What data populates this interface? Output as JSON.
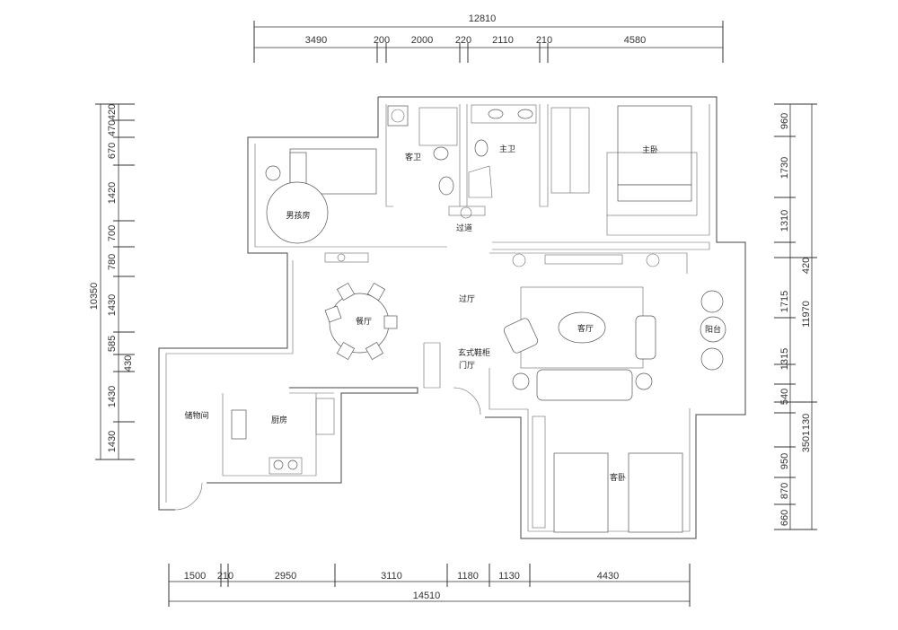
{
  "top_dimensions": {
    "total": "12810",
    "segments": [
      "3490",
      "200",
      "2000",
      "220",
      "2110",
      "210",
      "4580"
    ]
  },
  "bottom_dimensions": {
    "total": "14510",
    "segments": [
      "1500",
      "210",
      "2950",
      "3110",
      "1180",
      "1130",
      "4430"
    ]
  },
  "left_dimensions": {
    "total": "10350",
    "segments": [
      "420",
      "470",
      "670",
      "1420",
      "700",
      "780",
      "1430",
      "585",
      "430",
      "1430",
      "1430"
    ]
  },
  "right_dimensions": {
    "total": "11970",
    "sub_total": "3501",
    "segments": [
      "960",
      "1730",
      "1310",
      "420",
      "1715",
      "1315",
      "540",
      "130",
      "950",
      "870",
      "660"
    ]
  },
  "rooms": {
    "boys_room": "男孩房",
    "guest_bath": "客卫",
    "master_bath": "主卫",
    "master_bedroom": "主卧",
    "hallway": "过道",
    "corridor": "过厅",
    "dining": "餐厅",
    "living": "客厅",
    "balcony": "阳台",
    "foyer": "门厅",
    "shoe_cabinet": "玄式鞋柜",
    "storage": "储物间",
    "kitchen": "厨房",
    "guest_bedroom": "客卧"
  }
}
